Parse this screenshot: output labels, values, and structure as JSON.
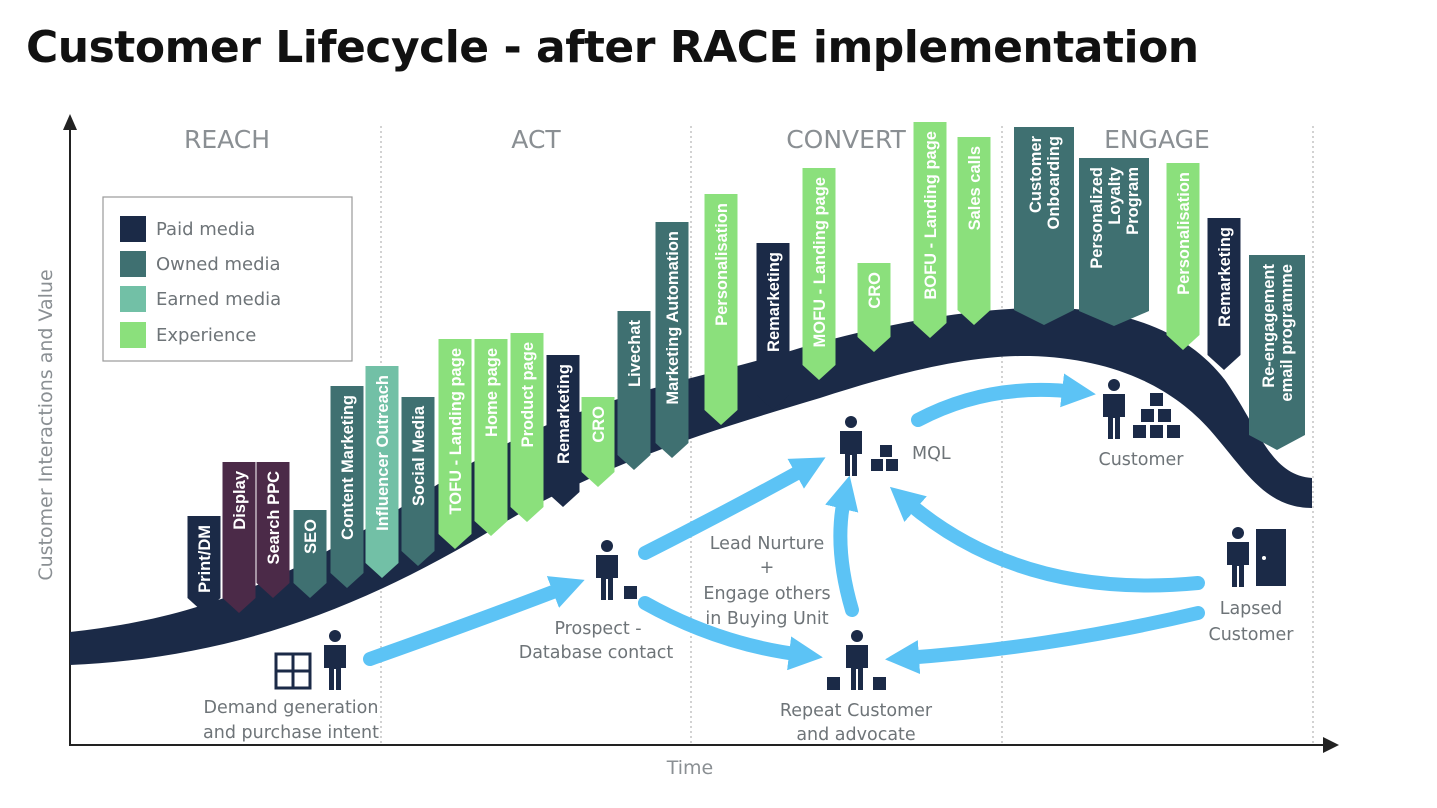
{
  "title": "Customer Lifecycle - after RACE implementation",
  "phases": [
    "REACH",
    "ACT",
    "CONVERT",
    "ENGAGE"
  ],
  "axes": {
    "y": "Customer Interactions and Value",
    "x": "Time"
  },
  "legend": [
    {
      "label": "Paid media",
      "color": "#1b2a47"
    },
    {
      "label": "Owned media",
      "color": "#3f7071"
    },
    {
      "label": "Earned media",
      "color": "#72c0a6"
    },
    {
      "label": "Experience",
      "color": "#8be07c"
    }
  ],
  "media_types": {
    "display": {
      "color": "#4b2a48"
    },
    "paid": {
      "color": "#1b2a47"
    },
    "owned": {
      "color": "#3f7071"
    },
    "earned": {
      "color": "#72c0a6"
    },
    "experience": {
      "color": "#8be07c"
    }
  },
  "tactics": [
    {
      "label": "Print/DM",
      "type": "paid"
    },
    {
      "label": "Display",
      "type": "display"
    },
    {
      "label": "Search PPC",
      "type": "display"
    },
    {
      "label": "SEO",
      "type": "owned"
    },
    {
      "label": "Content Marketing",
      "type": "owned"
    },
    {
      "label": "Influencer Outreach",
      "type": "earned"
    },
    {
      "label": "Social Media",
      "type": "owned"
    },
    {
      "label": "TOFU - Landing page",
      "type": "experience"
    },
    {
      "label": "Home page",
      "type": "experience"
    },
    {
      "label": "Product page",
      "type": "experience"
    },
    {
      "label": "Remarketing",
      "type": "paid"
    },
    {
      "label": "CRO",
      "type": "experience"
    },
    {
      "label": "Livechat",
      "type": "owned"
    },
    {
      "label": "Marketing Automation",
      "type": "owned"
    },
    {
      "label": "Personalisation",
      "type": "experience"
    },
    {
      "label": "Remarketing",
      "type": "paid"
    },
    {
      "label": "MOFU - Landing page",
      "type": "experience"
    },
    {
      "label": "CRO",
      "type": "experience"
    },
    {
      "label": "BOFU - Landing page",
      "type": "experience"
    },
    {
      "label": "Sales calls",
      "type": "experience"
    },
    {
      "label": "Customer Onboarding",
      "type": "owned"
    },
    {
      "label": "Personalized Loyalty Program",
      "type": "owned"
    },
    {
      "label": "Personalisation",
      "type": "experience"
    },
    {
      "label": "Remarketing",
      "type": "paid"
    },
    {
      "label": "Re-engagement email programme",
      "type": "owned"
    }
  ],
  "nodes": {
    "demand_line1": "Demand generation",
    "demand_line2": "and purchase intent",
    "prospect_line1": "Prospect  -",
    "prospect_line2": "Database contact",
    "nurture_line1": "Lead Nurture",
    "nurture_line2": "+",
    "nurture_line3": "Engage others",
    "nurture_line4": "in Buying Unit",
    "mql": "MQL",
    "customer": "Customer",
    "repeat_line1": "Repeat Customer",
    "repeat_line2": "and advocate",
    "lapsed_line1": "Lapsed",
    "lapsed_line2": "Customer"
  },
  "colors": {
    "curve": "#1b2a47",
    "arrow": "#5cc3f5",
    "icon": "#1b2a47",
    "axis": "#222222",
    "divider": "#b5b5b5"
  }
}
